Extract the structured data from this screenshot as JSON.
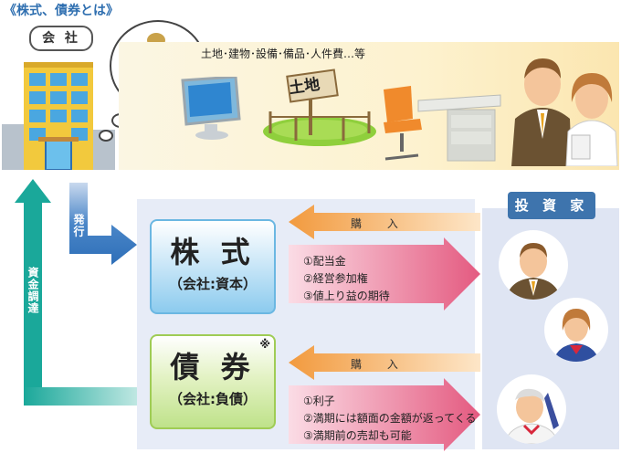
{
  "title": "《株式、債券とは》",
  "company": {
    "label": "会 社"
  },
  "banner": {
    "text": "土地･建物･設備･備品･人件費…等",
    "land_sign": "土地",
    "money_symbol": "¥"
  },
  "flow": {
    "issue_label": "発行",
    "funding_label": "資金調達"
  },
  "stock": {
    "title": "株 式",
    "subtitle": "（会社:資本）",
    "buy_label": "購 入",
    "returns": [
      "①配当金",
      "②経営参加権",
      "③値上り益の期待"
    ]
  },
  "bond": {
    "title": "債 券",
    "note_mark": "※",
    "subtitle": "（会社:負債）",
    "buy_label": "購 入",
    "returns": [
      "①利子",
      "②満期には額面の金額が返ってくる",
      "③満期前の売却も可能"
    ]
  },
  "investor": {
    "label": "投 資 家"
  },
  "colors": {
    "title_blue": "#2f6fb0",
    "badge_blue": "#3e74ad",
    "teal": "#1aa89a",
    "orange": "#f5b06a",
    "pink": "#e86a8c"
  }
}
